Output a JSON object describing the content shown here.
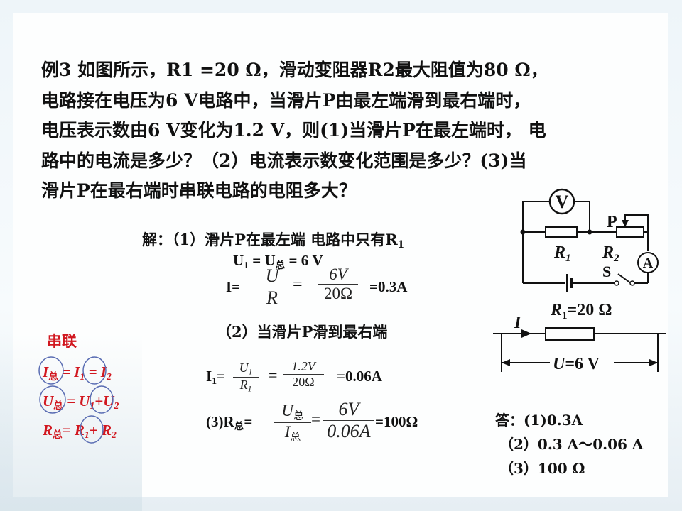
{
  "problem": {
    "line1": "例3  如图所示，R1 =20 Ω，滑动变阻器R2最大阻值为80 Ω，",
    "line2": "电路接在电压为6 V电路中，当滑片P由最左端滑到最右端时，",
    "line3": "电压表示数由6 V变化为1.2 V，则(1)当滑片P在最左端时， 电",
    "line4": "路中的电流是多少？（2）电流表示数变化范围是多少？(3)当",
    "line5": "滑片P在最右端时串联电路的电阻多大？"
  },
  "solution": {
    "part1_title": "解：（1）滑片P在最左端 电路中只有R",
    "part1_title_sub": "1",
    "u1_eq": "U",
    "u1_sub": "1",
    "u1_rest": " = U",
    "u1_zong": "总",
    "u1_val": " = 6 V",
    "i_label": "I=",
    "frac1_num": "U",
    "frac1_den": "R",
    "eq_sign": "=",
    "frac2_num": "6V",
    "frac2_den": "20Ω",
    "i_result": "=0.3A",
    "part2_title": "（2）当滑片P滑到最右端",
    "i1_label": "I",
    "i1_sub": "1",
    "i1_eq": "=",
    "frac3_num": "U",
    "frac3_num_sub": "1",
    "frac3_den": "R",
    "frac3_den_sub": "1",
    "frac4_num": "1.2V",
    "frac4_den": "20Ω",
    "i1_result": "=0.06A",
    "part3_label": "(3)R",
    "part3_zong": "总",
    "part3_eq": "=",
    "frac5_num": "U",
    "frac5_num_zong": "总",
    "frac5_den": "I",
    "frac5_den_zong": "总",
    "frac6_num": "6V",
    "frac6_den": "0.06A",
    "r_result": "=100Ω"
  },
  "series_notes": {
    "title": "串联",
    "line1_a": "I",
    "line1_zong": "总",
    "line1_rest": " = I",
    "line1_sub1": "1",
    "line1_rest2": " = I",
    "line1_sub2": "2",
    "line2_a": "U",
    "line2_zong": "总",
    "line2_rest": " = U",
    "line2_sub1": "1",
    "line2_rest2": "+U",
    "line2_sub2": "2",
    "line3_a": "R",
    "line3_zong": "总",
    "line3_rest": "=  R",
    "line3_sub1": "1",
    "line3_rest2": "+ R",
    "line3_sub2": "2"
  },
  "circuit": {
    "voltmeter": "V",
    "ammeter": "A",
    "slider": "P",
    "r1_label": "R",
    "r1_sub": "1",
    "r2_label": "R",
    "r2_sub": "2",
    "switch": "S",
    "r1_value_label": "R",
    "r1_value_sub": "1",
    "r1_value": "=20 Ω"
  },
  "simple_circuit": {
    "current": "I",
    "voltage": "U",
    "voltage_value": "=6 V"
  },
  "answers": {
    "line1": "答：(1)0.3A",
    "line2": "（2）0.3 A～0.06 A",
    "line3": "（3）100 Ω"
  }
}
